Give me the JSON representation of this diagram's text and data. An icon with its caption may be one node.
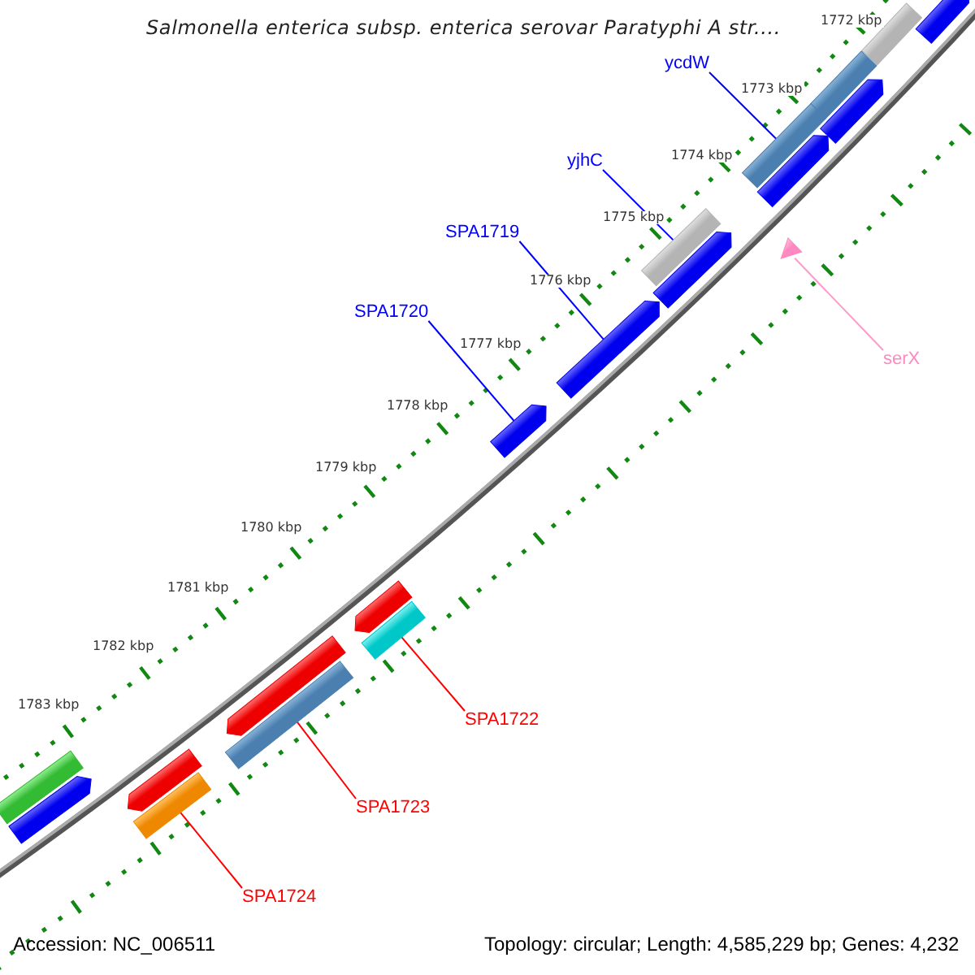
{
  "diagram": {
    "title": "Salmonella enterica subsp. enterica serovar Paratyphi A str....",
    "nodes": [
      {
        "text": [
          "ycdW"
        ]
      },
      {
        "text": [],
        "shape": "bar"
      },
      {
        "text": [
          "yjhC"
        ]
      },
      {
        "text": [],
        "shape": "bar"
      },
      {
        "text": [
          "SPA1719"
        ]
      },
      {
        "text": [],
        "shape": "arrow"
      },
      {
        "text": [
          "SPA1720"
        ]
      },
      {
        "text": [],
        "shape": "arrow"
      },
      {
        "text": [
          "serX"
        ]
      },
      {
        "text": [],
        "shape": "triangle"
      },
      {
        "text": [
          "SPA1722"
        ]
      },
      {
        "text": [],
        "shape": "bar"
      },
      {
        "text": [
          "SPA1723"
        ]
      },
      {
        "text": [],
        "shape": "bar"
      },
      {
        "text": [
          "SPA1724"
        ]
      },
      {
        "text": [],
        "shape": "bar"
      }
    ],
    "edges": [
      {
        "from": 0,
        "to": 1,
        "arrow": "none",
        "color": "#0000ff"
      },
      {
        "from": 2,
        "to": 3,
        "arrow": "none",
        "color": "#0000ff"
      },
      {
        "from": 4,
        "to": 5,
        "arrow": "none",
        "color": "#0000ff"
      },
      {
        "from": 6,
        "to": 7,
        "arrow": "none",
        "color": "#0000ff"
      },
      {
        "from": 8,
        "to": 9,
        "arrow": "none",
        "color": "#ff99cc"
      },
      {
        "from": 10,
        "to": 11,
        "arrow": "none",
        "color": "#ff0000"
      },
      {
        "from": 12,
        "to": 13,
        "arrow": "none",
        "color": "#ff0000"
      },
      {
        "from": 14,
        "to": 15,
        "arrow": "none",
        "color": "#ff0000"
      }
    ],
    "labels": [
      "1772 kbp",
      "1773 kbp",
      "1774 kbp",
      "1775 kbp",
      "1776 kbp",
      "1777 kbp",
      "1778 kbp",
      "1779 kbp",
      "1780 kbp",
      "1781 kbp",
      "1782 kbp",
      "1783 kbp",
      "Accession: NC_006511",
      "Topology: circular; Length: 4,585,229 bp; Genes: 4,232"
    ]
  }
}
